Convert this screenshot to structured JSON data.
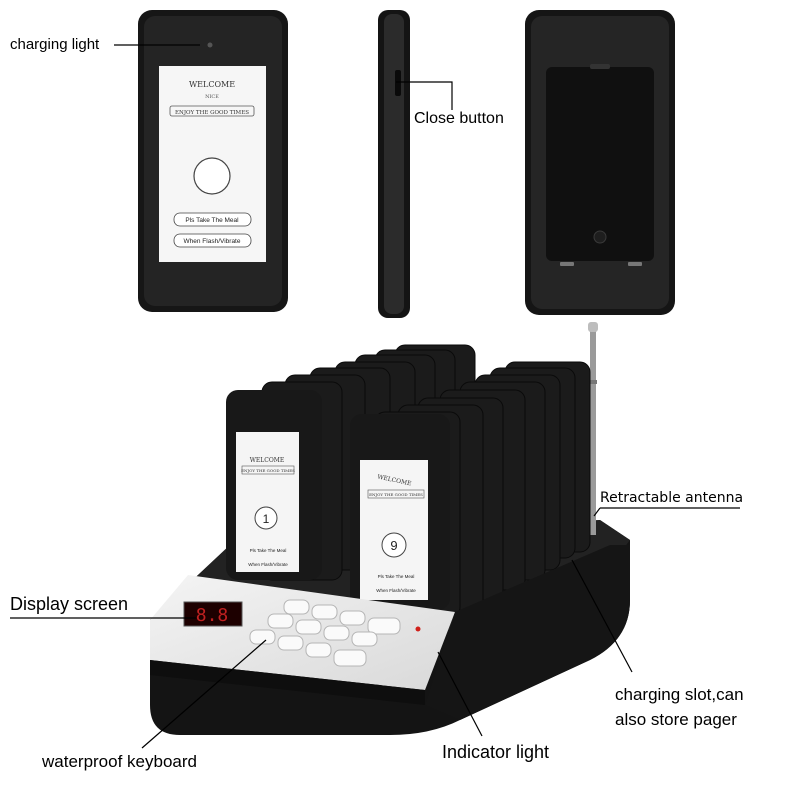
{
  "labels": {
    "charging_light": "charging  light",
    "close_button": "Close button",
    "retractable_antenna": "Retractable antenna",
    "display_screen": "Display screen",
    "charging_slot_line1": "charging slot,can",
    "charging_slot_line2": "also store pager",
    "indicator_light": "Indicator light",
    "waterproof_keyboard": "waterproof keyboard"
  },
  "pager_screen": {
    "welcome": "WELCOME",
    "nice": "NICE",
    "enjoy": "ENJOY THE GOOD TIMES",
    "take_meal": "Pls Take The Meal",
    "flash": "When Flash/Vibrate"
  },
  "pager_numbers": [
    "1",
    "9"
  ],
  "base_display": "8.8",
  "colors": {
    "pager_body": "#1c1c1c",
    "base_top": "#e8e8e8",
    "indicator": "#d0201a"
  }
}
